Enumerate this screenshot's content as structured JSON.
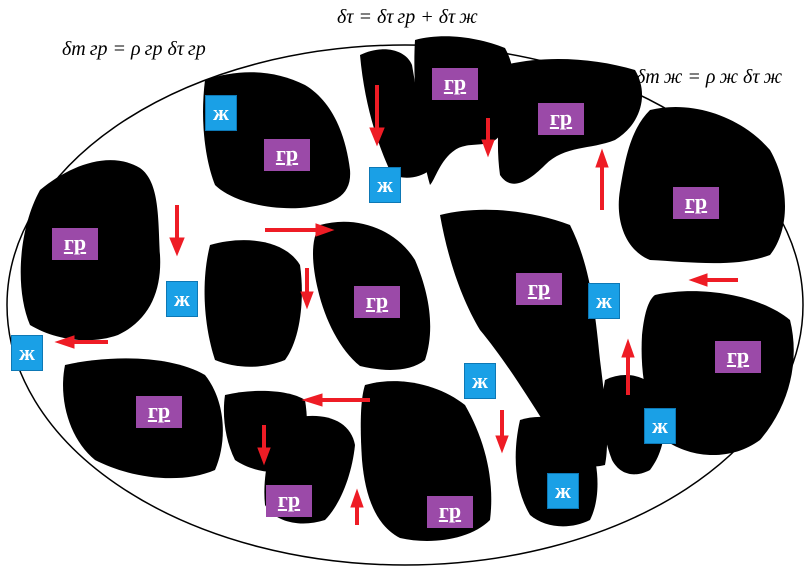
{
  "formulas": {
    "top": "δτ = δτ гр + δτ ж",
    "left": "δm гр = ρ гр δτ гр",
    "right": "δm ж = ρ ж δτ ж"
  },
  "labels": {
    "solid": "гр",
    "liquid": "ж"
  },
  "colors": {
    "grain": "#000000",
    "solid_label": "#9b4aa8",
    "liquid_label": "#1aa0e6",
    "arrow": "#ee1c25"
  }
}
